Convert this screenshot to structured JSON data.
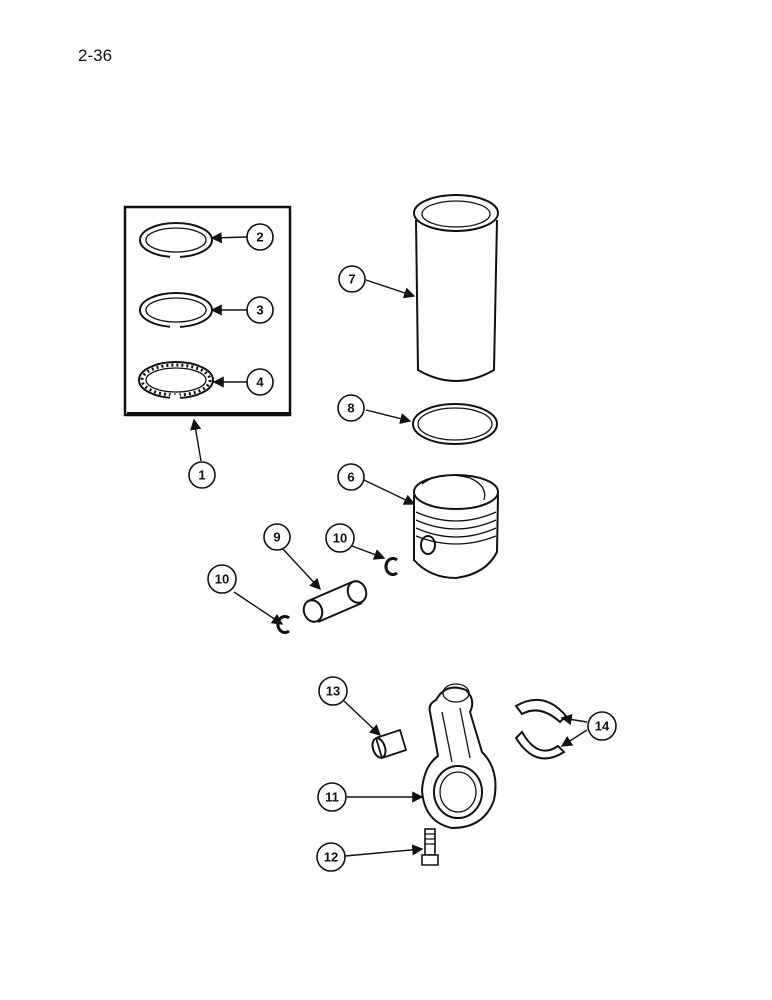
{
  "page": {
    "number": "2-36"
  },
  "callouts": {
    "c1": "1",
    "c2": "2",
    "c3": "3",
    "c4": "4",
    "c6": "6",
    "c7": "7",
    "c8": "8",
    "c9": "9",
    "c10a": "10",
    "c10b": "10",
    "c11": "11",
    "c12": "12",
    "c13": "13",
    "c14": "14"
  }
}
